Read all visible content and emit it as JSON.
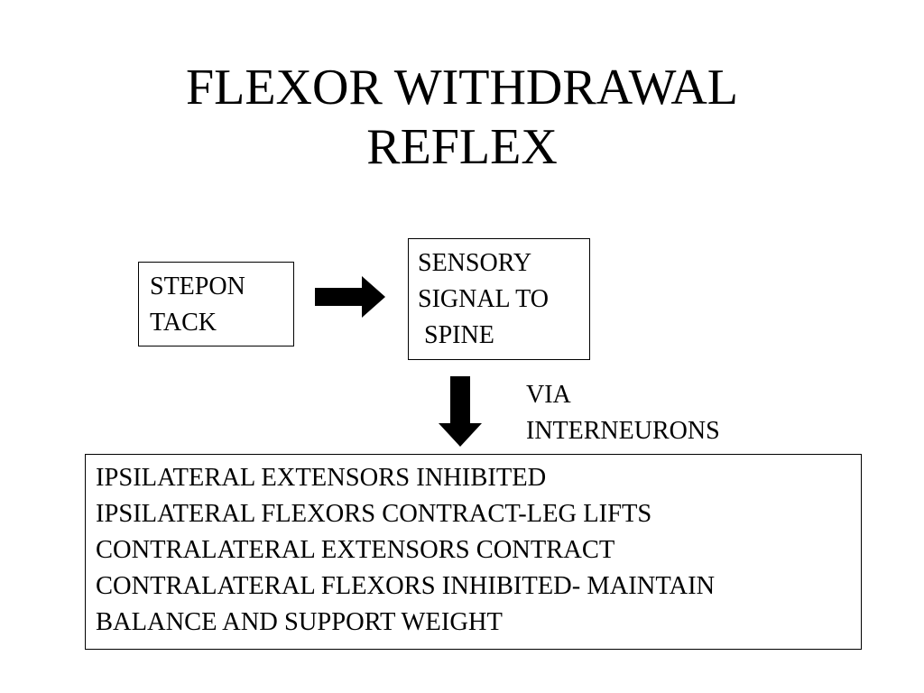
{
  "slide": {
    "title_lines": [
      "FLEXOR WITHDRAWAL",
      "REFLEX"
    ],
    "nodes": {
      "stimulus": {
        "lines": [
          "STEPON",
          "TACK"
        ]
      },
      "sensory": {
        "lines": [
          "SENSORY",
          "SIGNAL TO",
          " SPINE"
        ]
      },
      "effects": {
        "lines": [
          "IPSILATERAL EXTENSORS INHIBITED",
          "IPSILATERAL FLEXORS CONTRACT-LEG LIFTS",
          "CONTRALATERAL EXTENSORS CONTRACT",
          "CONTRALATERAL FLEXORS INHIBITED- MAINTAIN",
          "BALANCE AND SUPPORT WEIGHT"
        ]
      }
    },
    "edge_label": {
      "lines": [
        "VIA",
        "INTERNEURONS"
      ]
    },
    "arrow_color": "#000000"
  }
}
